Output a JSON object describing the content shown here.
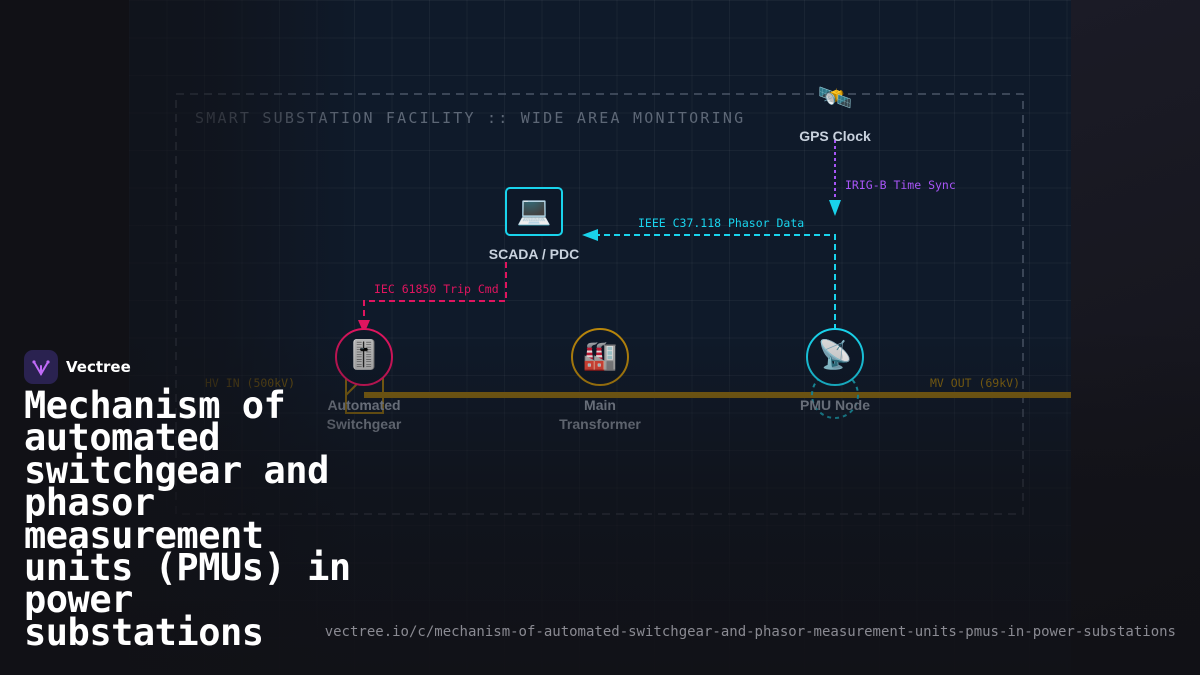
{
  "facility_title": "SMART SUBSTATION FACILITY :: WIDE AREA MONITORING",
  "nodes": {
    "gps": {
      "label": "GPS Clock",
      "icon": "satellite-icon"
    },
    "scada": {
      "label": "SCADA / PDC",
      "icon": "laptop-icon"
    },
    "switchgear": {
      "label_line1": "Automated",
      "label_line2": "Switchgear",
      "icon": "switchgear-icon"
    },
    "transformer": {
      "label_line1": "Main",
      "label_line2": "Transformer",
      "icon": "factory-icon"
    },
    "pmu": {
      "label": "PMU Node",
      "icon": "satellite-dish-icon"
    }
  },
  "links": {
    "irig": "IRIG-B Time Sync",
    "phasor": "IEEE C37.118 Phasor Data",
    "trip": "IEC 61850 Trip Cmd"
  },
  "busbar": {
    "hv_in": "HV IN (500kV)",
    "mv_out": "MV OUT (69kV)"
  },
  "colors": {
    "cyan": "#19d3ec",
    "magenta": "#e0155f",
    "purple": "#a855f7",
    "gold": "#b8860b",
    "bus": "#8b6a10"
  },
  "brand": {
    "name": "Vectree"
  },
  "headline": "Mechanism of automated switchgear and phasor measurement units (PMUs) in power substations",
  "url": "vectree.io/c/mechanism-of-automated-switchgear-and-phasor-measurement-units-pmus-in-power-substations"
}
